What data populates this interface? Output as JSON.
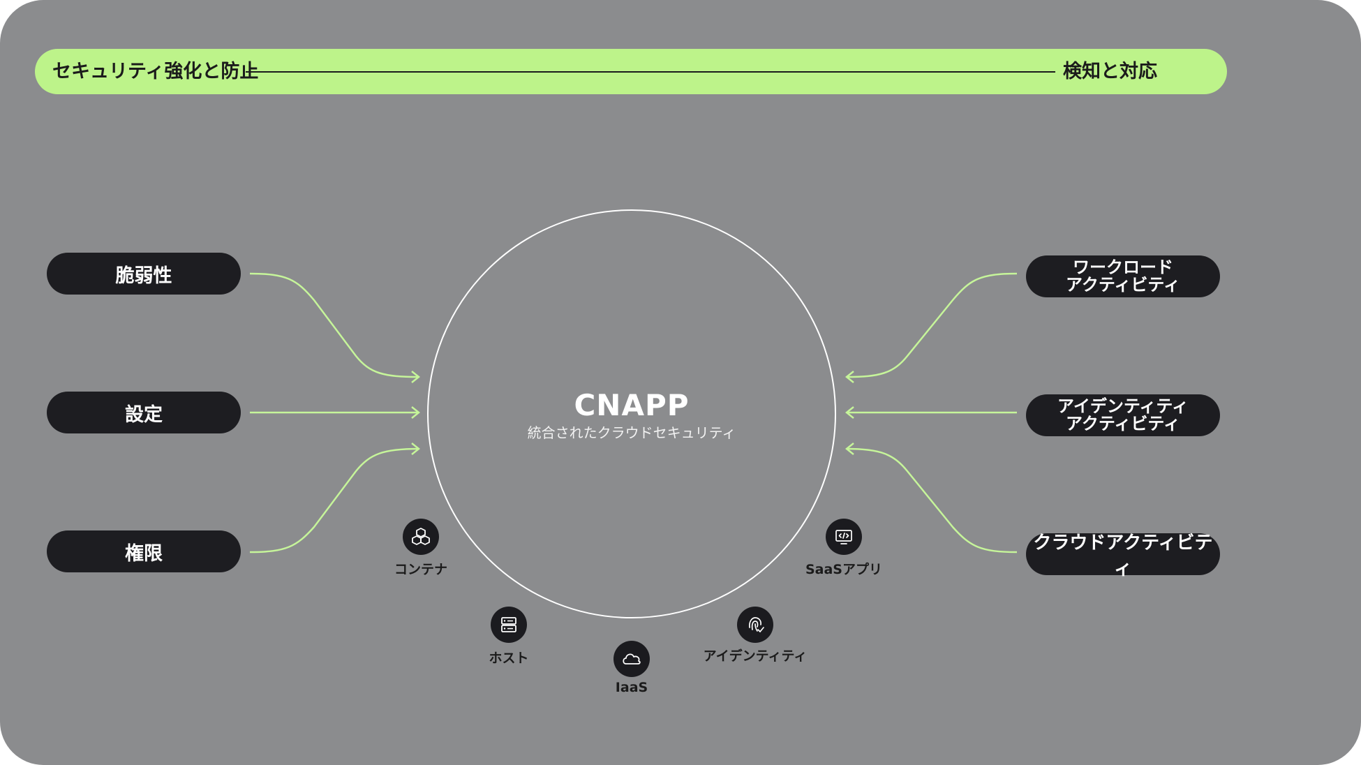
{
  "banner": {
    "left_label": "セキュリティ強化と防止",
    "right_label": "検知と対応"
  },
  "center": {
    "title": "CNAPP",
    "subtitle": "統合されたクラウドセキュリティ"
  },
  "left_items": [
    {
      "label": "脆弱性"
    },
    {
      "label": "設定"
    },
    {
      "label": "権限"
    }
  ],
  "right_items": [
    {
      "label": "ワークロード\nアクティビティ"
    },
    {
      "label": "アイデンティティ\nアクティビティ"
    },
    {
      "label": "クラウドアクティビティ"
    }
  ],
  "components": [
    {
      "label": "コンテナ",
      "icon": "cubes-icon"
    },
    {
      "label": "ホスト",
      "icon": "server-icon"
    },
    {
      "label": "IaaS",
      "icon": "cloud-icon"
    },
    {
      "label": "アイデンティティ",
      "icon": "fingerprint-icon"
    },
    {
      "label": "SaaSアプリ",
      "icon": "code-window-icon"
    }
  ],
  "colors": {
    "background": "#8b8c8e",
    "accent_green": "#bdf38a",
    "pill_dark": "#1d1d21",
    "connector": "#c6f59a"
  }
}
